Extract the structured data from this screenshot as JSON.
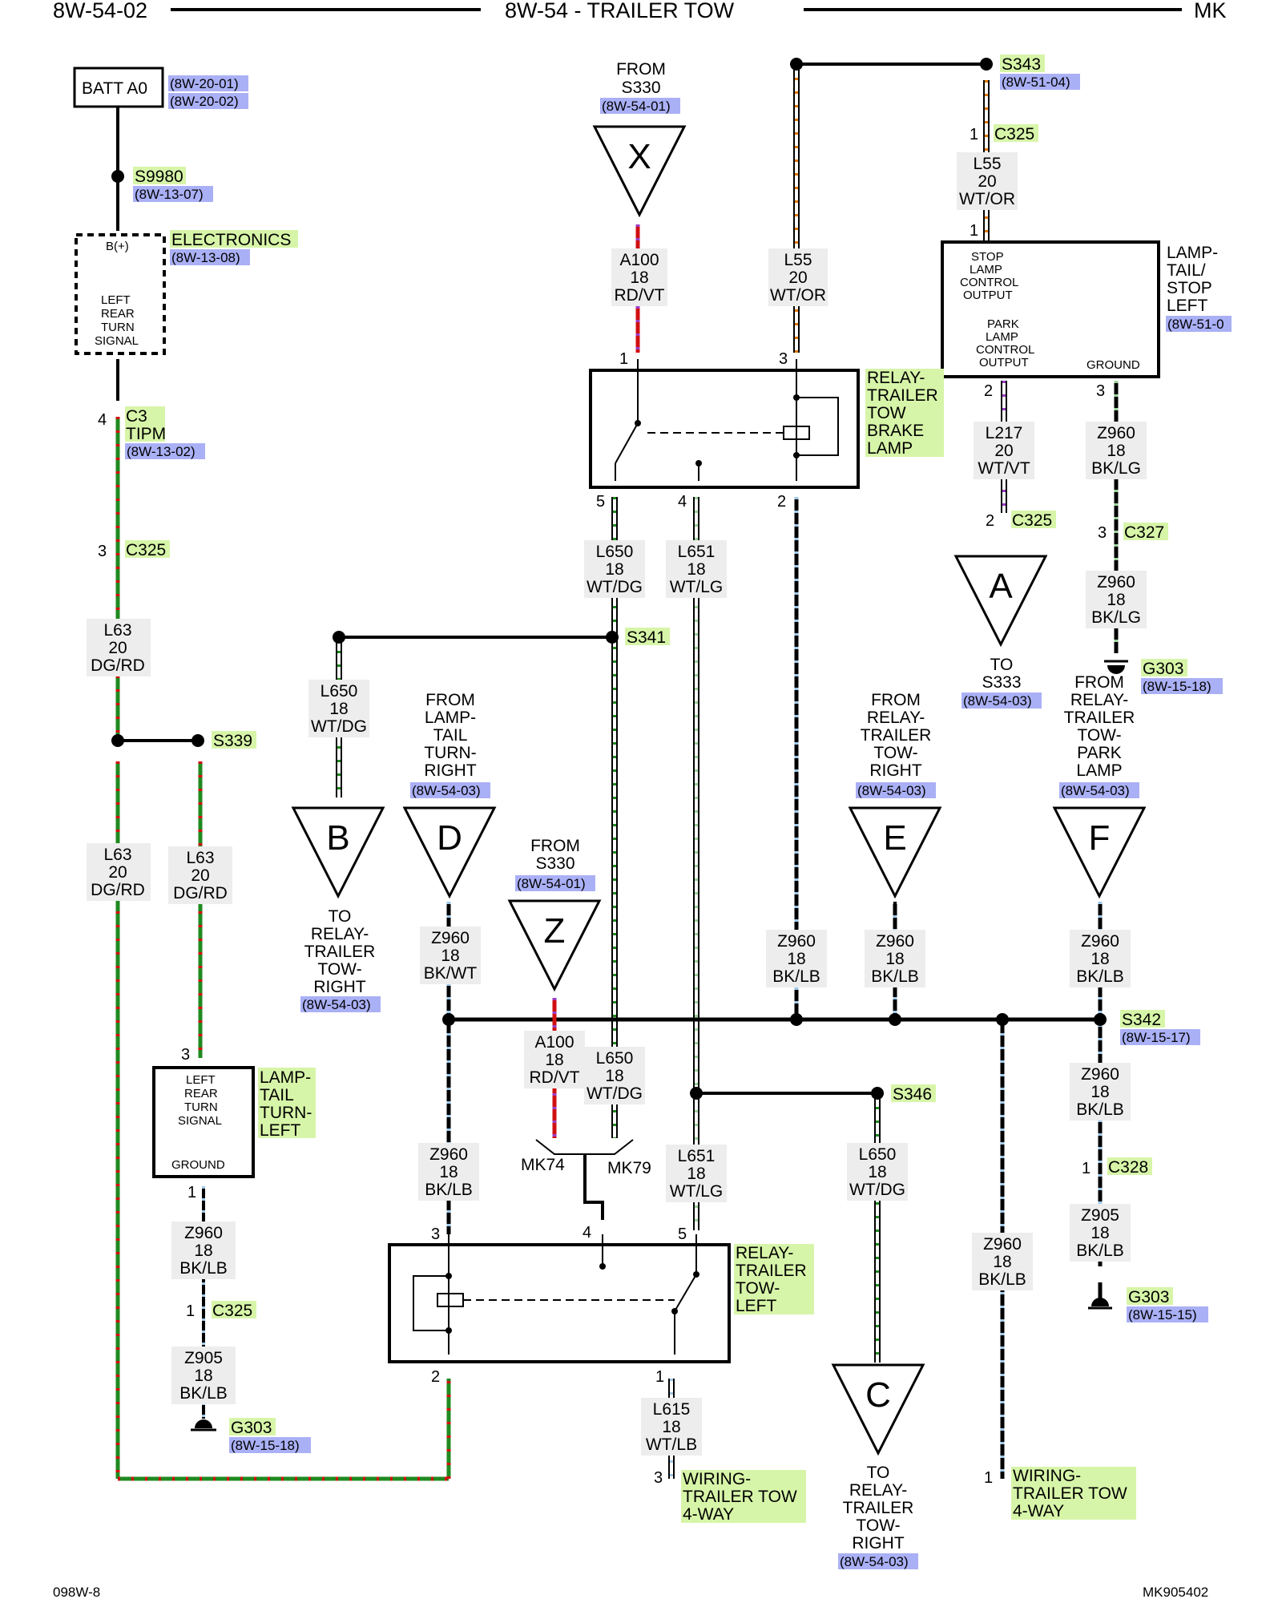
{
  "header": {
    "left": "8W-54-02",
    "center": "8W-54 - TRAILER TOW",
    "right": "MK"
  },
  "footer": {
    "left": "098W-8",
    "right": "MK905402"
  },
  "colors": {
    "ref_bg": "#aab0f5",
    "label_bg": "#d7f5a8",
    "wire_bg": "#ededed",
    "dg": "#1f8a1f",
    "rd": "#d01010",
    "or": "#e07800",
    "lg": "#9ad29a",
    "lb": "#9fc8e8",
    "vt": "#9b3cc4"
  },
  "batt": {
    "name": "BATT A0",
    "refs": [
      "(8W-20-01)",
      "(8W-20-02)"
    ]
  },
  "s9980": {
    "name": "S9980",
    "ref": "(8W-13-07)"
  },
  "electronics": {
    "name": "ELECTRONICS",
    "ref": "(8W-13-08)",
    "pin": "B(+)",
    "lines": [
      "LEFT",
      "REAR",
      "TURN",
      "SIGNAL"
    ]
  },
  "c3": {
    "pin": "4",
    "name": "C3",
    "sub": "TIPM",
    "ref": "(8W-13-02)"
  },
  "c325a": {
    "pin": "3",
    "name": "C325"
  },
  "w_l63a": [
    "L63",
    "20",
    "DG/RD"
  ],
  "s339": {
    "name": "S339"
  },
  "w_l63b": [
    "L63",
    "20",
    "DG/RD"
  ],
  "w_l63c": [
    "L63",
    "20",
    "DG/RD"
  ],
  "lamp_ttl": {
    "pin": "3",
    "lines": [
      "LEFT",
      "REAR",
      "TURN",
      "SIGNAL"
    ],
    "ground": "GROUND",
    "label": [
      "LAMP-",
      "TAIL",
      "TURN-",
      "LEFT"
    ],
    "gpin": "1"
  },
  "w_z960_a": [
    "Z960",
    "18",
    "BK/LB"
  ],
  "c325b": {
    "pin": "1",
    "name": "C325"
  },
  "w_z905_a": [
    "Z905",
    "18",
    "BK/LB"
  ],
  "g303a": {
    "name": "G303",
    "ref": "(8W-15-18)"
  },
  "from_x": {
    "lines": [
      "FROM",
      "S330"
    ],
    "ref": "(8W-54-01)",
    "letter": "X"
  },
  "w_a100a": [
    "A100",
    "18",
    "RD/VT"
  ],
  "w_l55a": [
    "L55",
    "20",
    "WT/OR"
  ],
  "s343": {
    "name": "S343",
    "ref": "(8W-51-04)"
  },
  "c325c": {
    "pin": "1",
    "name": "C325"
  },
  "w_l55b": [
    "L55",
    "20",
    "WT/OR"
  ],
  "lamp_tsl": {
    "lines1": [
      "STOP",
      "LAMP",
      "CONTROL",
      "OUTPUT"
    ],
    "lines2": [
      "PARK",
      "LAMP",
      "CONTROL",
      "OUTPUT"
    ],
    "ground": "GROUND",
    "label": [
      "LAMP-",
      "TAIL/",
      "STOP",
      "LEFT"
    ],
    "ref": "(8W-51-0",
    "pin_top": "1"
  },
  "relay_brake": {
    "label": [
      "RELAY-",
      "TRAILER",
      "TOW",
      "BRAKE",
      "LAMP"
    ],
    "p1": "1",
    "p3": "3",
    "p5": "5",
    "p4": "4",
    "p2": "2"
  },
  "w_l217": [
    "L217",
    "20",
    "WT/VT"
  ],
  "w_z960_b": [
    "Z960",
    "18",
    "BK/LG"
  ],
  "p_l217_top": "2",
  "p_z960b_top": "3",
  "c325d": {
    "pin": "2",
    "name": "C325"
  },
  "c327": {
    "pin": "3",
    "name": "C327"
  },
  "w_z960_c": [
    "Z960",
    "18",
    "BK/LG"
  ],
  "tri_a": {
    "letter": "A",
    "lines": [
      "TO",
      "S333"
    ],
    "ref": "(8W-54-03)"
  },
  "g303b": {
    "name": "G303",
    "ref": "(8W-15-18)"
  },
  "w_l650a": [
    "L650",
    "18",
    "WT/DG"
  ],
  "w_l651a": [
    "L651",
    "18",
    "WT/LG"
  ],
  "s341": {
    "name": "S341"
  },
  "w_l650b": [
    "L650",
    "18",
    "WT/DG"
  ],
  "tri_b": {
    "letter": "B",
    "lines": [
      "TO",
      "RELAY-",
      "TRAILER",
      "TOW-",
      "RIGHT"
    ],
    "ref": "(8W-54-03)"
  },
  "tri_d": {
    "letter": "D",
    "lines": [
      "FROM",
      "LAMP-",
      "TAIL",
      "TURN-",
      "RIGHT"
    ],
    "ref": "(8W-54-03)"
  },
  "tri_z": {
    "letter": "Z",
    "lines": [
      "FROM",
      "S330"
    ],
    "ref": "(8W-54-01)"
  },
  "tri_e": {
    "letter": "E",
    "lines": [
      "FROM",
      "RELAY-",
      "TRAILER",
      "TOW-",
      "RIGHT"
    ],
    "ref": "(8W-54-03)"
  },
  "tri_f": {
    "letter": "F",
    "lines": [
      "FROM",
      "RELAY-",
      "TRAILER",
      "TOW-",
      "PARK",
      "LAMP"
    ],
    "ref": "(8W-54-03)"
  },
  "w_z960_d": [
    "Z960",
    "18",
    "BK/WT"
  ],
  "w_z960_e": [
    "Z960",
    "18",
    "BK/LB"
  ],
  "w_z960_f": [
    "Z960",
    "18",
    "BK/LB"
  ],
  "w_z960_g": [
    "Z960",
    "18",
    "BK/LB"
  ],
  "s342": {
    "name": "S342",
    "ref": "(8W-15-17)"
  },
  "w_z960_h": [
    "Z960",
    "18",
    "BK/LB"
  ],
  "c328": {
    "pin": "1",
    "name": "C328"
  },
  "w_z905_b": [
    "Z905",
    "18",
    "BK/LB"
  ],
  "g303c": {
    "name": "G303",
    "ref": "(8W-15-15)"
  },
  "w_a100b": [
    "A100",
    "18",
    "RD/VT"
  ],
  "w_l650c": [
    "L650",
    "18",
    "WT/DG"
  ],
  "mk74": "MK74",
  "mk79": "MK79",
  "w_z960_i": [
    "Z960",
    "18",
    "BK/LB"
  ],
  "w_l651b": [
    "L651",
    "18",
    "WT/LG"
  ],
  "s346": {
    "name": "S346"
  },
  "w_l650d": [
    "L650",
    "18",
    "WT/DG"
  ],
  "w_z960_j": [
    "Z960",
    "18",
    "BK/LB"
  ],
  "relay_left": {
    "label": [
      "RELAY-",
      "TRAILER",
      "TOW-",
      "LEFT"
    ],
    "p3": "3",
    "p4": "4",
    "p5": "5",
    "p2": "2",
    "p1": "1"
  },
  "w_l615": [
    "L615",
    "18",
    "WT/LB"
  ],
  "wiring_a": {
    "pin": "3",
    "label": [
      "WIRING-",
      "TRAILER TOW",
      "4-WAY"
    ]
  },
  "wiring_b": {
    "pin": "1",
    "label": [
      "WIRING-",
      "TRAILER TOW",
      "4-WAY"
    ]
  },
  "tri_c": {
    "letter": "C",
    "lines": [
      "TO",
      "RELAY-",
      "TRAILER",
      "TOW-",
      "RIGHT"
    ],
    "ref": "(8W-54-03)"
  }
}
